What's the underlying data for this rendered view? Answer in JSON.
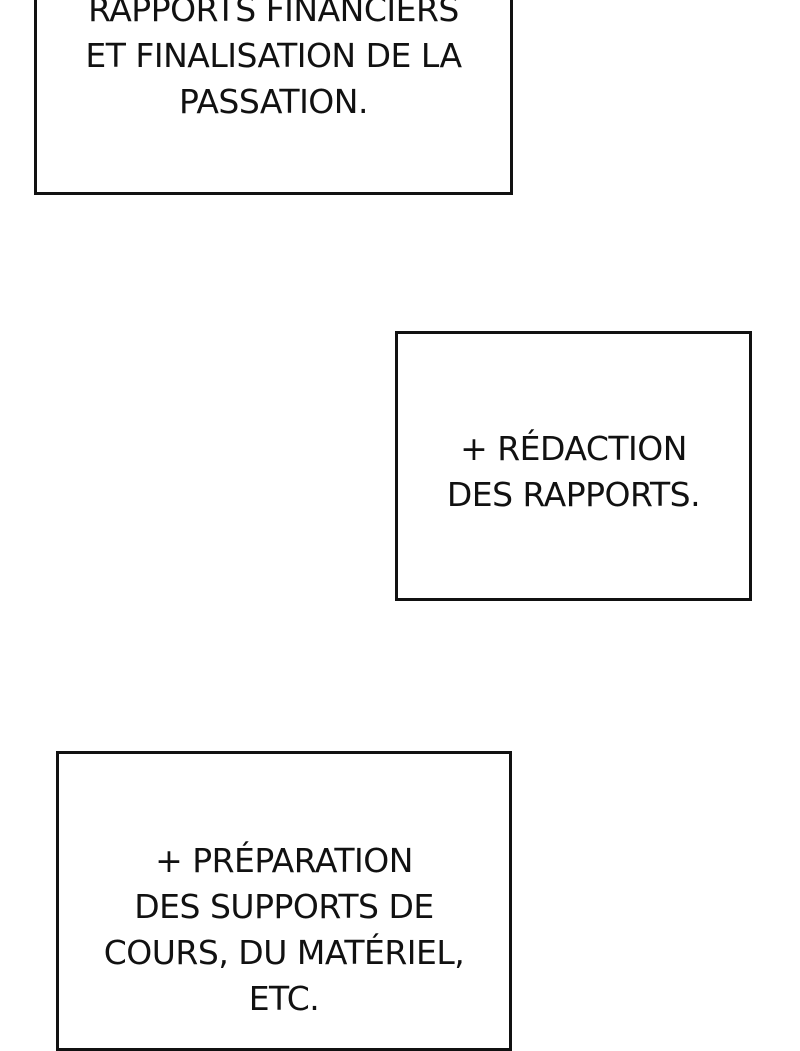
{
  "captions": [
    {
      "lines": [
        "RAPPORTS FINANCIERS",
        "ET FINALISATION DE LA",
        "PASSATION."
      ]
    },
    {
      "lines": [
        "+ RÉDACTION",
        "DES RAPPORTS."
      ]
    },
    {
      "lines": [
        "+ PRÉPARATION",
        "DES SUPPORTS DE",
        "COURS, DU MATÉRIEL,",
        "ETC."
      ]
    }
  ]
}
